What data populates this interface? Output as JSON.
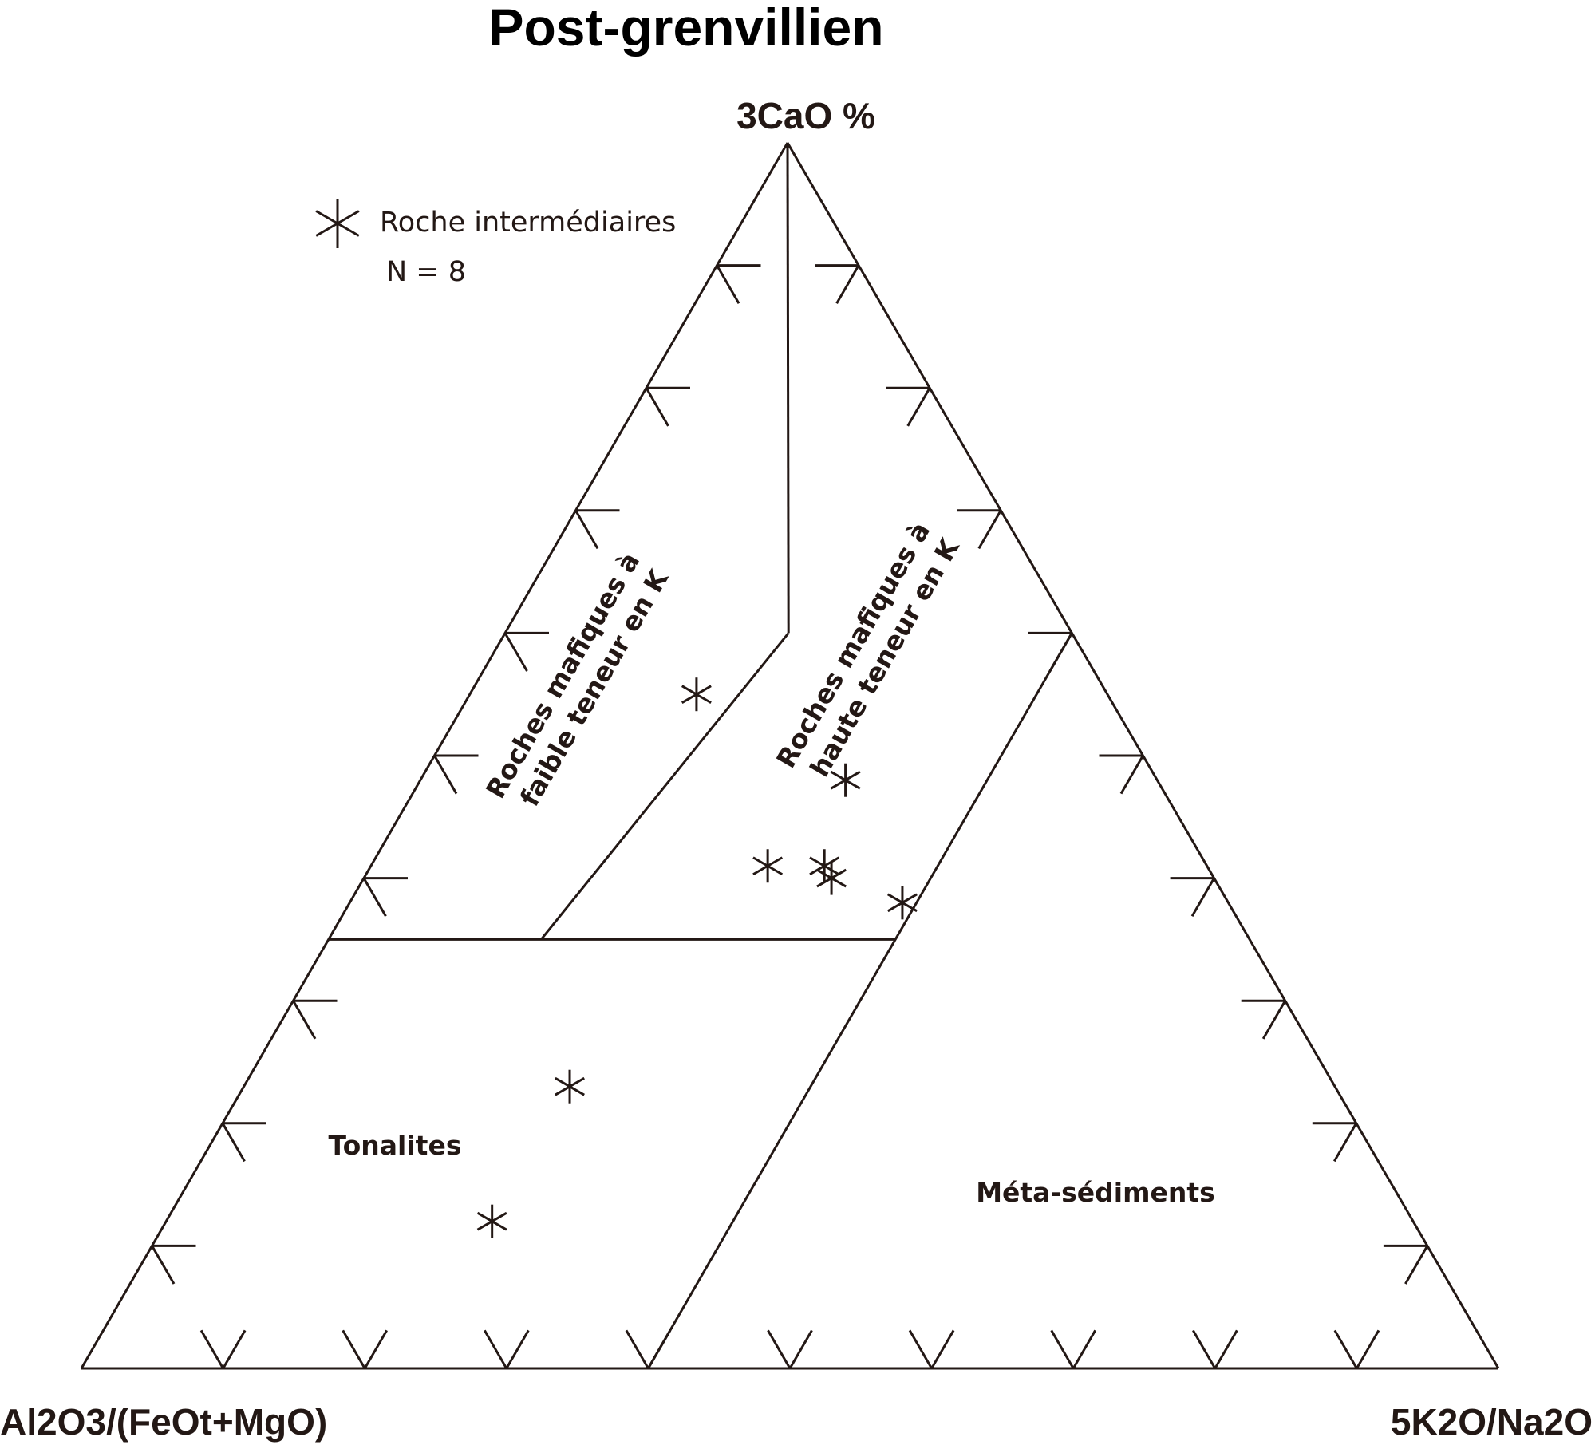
{
  "chart_data": {
    "type": "scatter",
    "diagram": "ternary",
    "title": "Post-grenvillien",
    "apices": {
      "top": "3CaO %",
      "left": "Al2O3/(FeOt+MgO)",
      "right": "5K2O/Na2O"
    },
    "tick_fractions": [
      0.1,
      0.2,
      0.3,
      0.4,
      0.5,
      0.6,
      0.7,
      0.8,
      0.9
    ],
    "regions": [
      {
        "label_lines": [
          "Roches mafiques à",
          "faible teneur en K"
        ]
      },
      {
        "label_lines": [
          "Roches mafiques à",
          "haute teneur en K"
        ]
      },
      {
        "label_lines": [
          "Tonalites"
        ]
      },
      {
        "label_lines": [
          "Méta-sédiments"
        ]
      }
    ],
    "legend": {
      "position": "top-left",
      "label": "Roche intermédiaires",
      "count_text": "N = 8",
      "marker": "asterisk-icon"
    },
    "series": [
      {
        "name": "Roche intermédiaires",
        "points": [
          {
            "top": 0.55,
            "left": 0.29,
            "right": 0.16
          },
          {
            "top": 0.48,
            "left": 0.22,
            "right": 0.3
          },
          {
            "top": 0.41,
            "left": 0.31,
            "right": 0.28
          },
          {
            "top": 0.41,
            "left": 0.27,
            "right": 0.32
          },
          {
            "top": 0.4,
            "left": 0.27,
            "right": 0.33
          },
          {
            "top": 0.38,
            "left": 0.23,
            "right": 0.39
          },
          {
            "top": 0.23,
            "left": 0.54,
            "right": 0.23
          },
          {
            "top": 0.12,
            "left": 0.65,
            "right": 0.23
          }
        ]
      }
    ]
  }
}
